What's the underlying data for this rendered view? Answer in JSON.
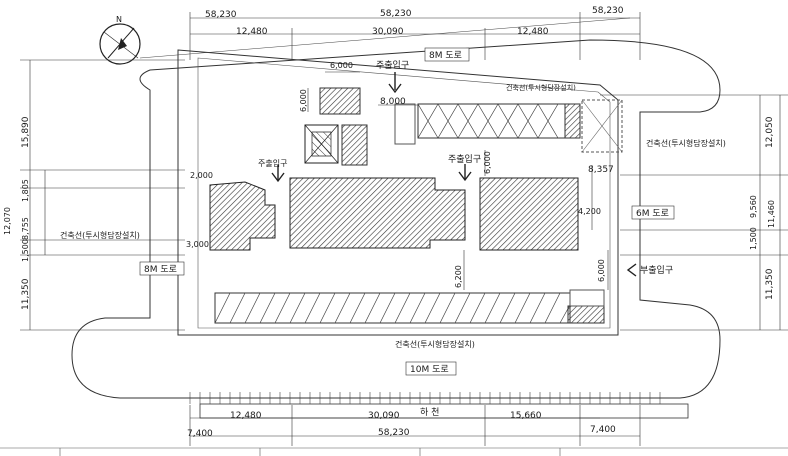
{
  "dimensions": {
    "top_total_left": "58,230",
    "top_total_center": "58,230",
    "top_total_right": "58,230",
    "top_seg_left": "12,480",
    "top_seg_mid": "30,090",
    "top_seg_right": "12,480",
    "bottom_seg_left": "12,480",
    "bottom_seg_mid": "30,090",
    "bottom_seg_right": "15,660",
    "bottom_edge_left": "7,400",
    "bottom_total": "58,230",
    "bottom_edge_right": "7,400",
    "left_15890": "15,890",
    "left_12070": "12,070",
    "left_1805": "1,805",
    "left_8755": "8,755",
    "left_1500": "1,500",
    "left_11350": "11,350",
    "right_12050": "12,050",
    "right_9560": "9,560",
    "right_11460": "11,460",
    "right_1500": "1,500",
    "right_11350": "11,350",
    "inner_6000_top": "6,000",
    "inner_6000_vert": "6,000",
    "inner_8000": "8,000",
    "inner_2000": "2,000",
    "inner_3000": "3,000",
    "inner_8357": "8,357",
    "inner_4200": "4,200",
    "inner_6200": "6,200",
    "inner_6000_right": "6,000",
    "inner_6000_small": "6,000"
  },
  "roads": {
    "top": "8M 도로",
    "right": "6M 도로",
    "left": "8M 도로",
    "bottom": "10M 도로",
    "river": "하  천"
  },
  "labels": {
    "main_entrance_top": "주출입구",
    "main_entrance_left": "주출입구",
    "main_entrance_mid": "주출입구",
    "sub_entrance": "부출입구",
    "setback_top": "건축선(투시형담장설치)",
    "setback_right": "건축선(투시형담장설치)",
    "setback_left": "건축선(투시형담장설치)",
    "setback_bottom": "건축선(투시형담장설치)"
  }
}
